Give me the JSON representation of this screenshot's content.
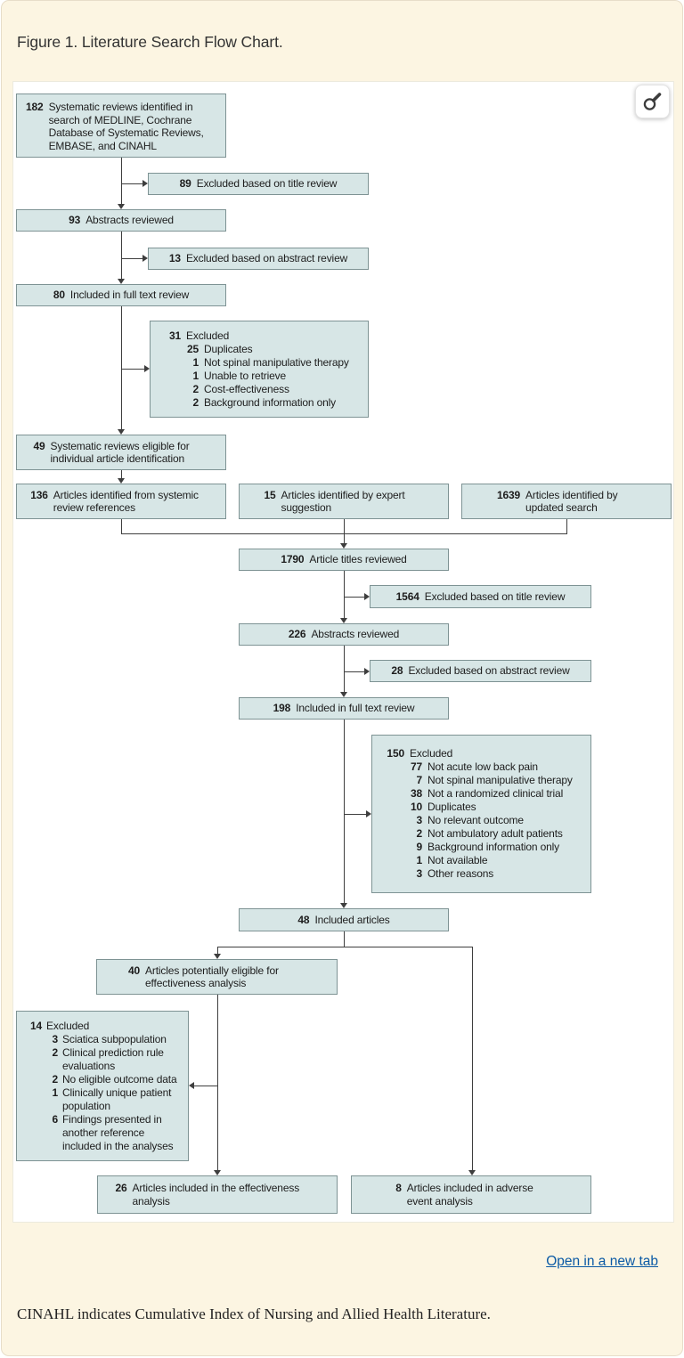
{
  "page": {
    "title": "Figure 1. Literature Search Flow Chart.",
    "open_link": "Open in a new tab",
    "caption": "CINAHL indicates Cumulative Index of Nursing and Allied Health Literature."
  },
  "colors": {
    "page_bg": "#fcf5e2",
    "panel_bg": "#ffffff",
    "box_fill": "#d7e6e6",
    "box_border": "#7e9394",
    "line": "#3e3e3e",
    "link": "#0b5aa5"
  },
  "icons": {
    "zoom": "magnifier-icon"
  },
  "boxes": {
    "b182": {
      "num": "182",
      "text": "Systematic reviews identified in search of MEDLINE, Cochrane Database of Systematic Reviews, EMBASE, and CINAHL"
    },
    "b89": {
      "num": "89",
      "text": "Excluded based on title review"
    },
    "b93": {
      "num": "93",
      "text": "Abstracts reviewed"
    },
    "b13": {
      "num": "13",
      "text": "Excluded based on abstract review"
    },
    "b80": {
      "num": "80",
      "text": "Included in full text review"
    },
    "b31": {
      "num": "31",
      "label": "Excluded",
      "subs": [
        {
          "num": "25",
          "text": "Duplicates"
        },
        {
          "num": "1",
          "text": "Not spinal manipulative therapy"
        },
        {
          "num": "1",
          "text": "Unable to retrieve"
        },
        {
          "num": "2",
          "text": "Cost-effectiveness"
        },
        {
          "num": "2",
          "text": "Background information only"
        }
      ]
    },
    "b49": {
      "num": "49",
      "text": "Systematic reviews eligible for individual article identification"
    },
    "b136": {
      "num": "136",
      "text": "Articles identified from systemic review references"
    },
    "b15": {
      "num": "15",
      "text": "Articles identified by expert suggestion"
    },
    "b1639": {
      "num": "1639",
      "text": "Articles identified by updated search"
    },
    "b1790": {
      "num": "1790",
      "text": "Article titles reviewed"
    },
    "b1564": {
      "num": "1564",
      "text": "Excluded based on title review"
    },
    "b226": {
      "num": "226",
      "text": "Abstracts reviewed"
    },
    "b28": {
      "num": "28",
      "text": "Excluded based on abstract review"
    },
    "b198": {
      "num": "198",
      "text": "Included in full text review"
    },
    "b150": {
      "num": "150",
      "label": "Excluded",
      "subs": [
        {
          "num": "77",
          "text": "Not acute low back pain"
        },
        {
          "num": "7",
          "text": "Not spinal manipulative therapy"
        },
        {
          "num": "38",
          "text": "Not a randomized clinical trial"
        },
        {
          "num": "10",
          "text": "Duplicates"
        },
        {
          "num": "3",
          "text": "No relevant outcome"
        },
        {
          "num": "2",
          "text": "Not ambulatory adult patients"
        },
        {
          "num": "9",
          "text": "Background information only"
        },
        {
          "num": "1",
          "text": "Not available"
        },
        {
          "num": "3",
          "text": "Other reasons"
        }
      ]
    },
    "b48": {
      "num": "48",
      "text": "Included articles"
    },
    "b40": {
      "num": "40",
      "text": "Articles potentially eligible for effectiveness analysis"
    },
    "b14": {
      "num": "14",
      "label": "Excluded",
      "subs": [
        {
          "num": "3",
          "text": "Sciatica subpopulation"
        },
        {
          "num": "2",
          "text": "Clinical prediction rule evaluations"
        },
        {
          "num": "2",
          "text": "No eligible outcome data"
        },
        {
          "num": "1",
          "text": "Clinically unique patient population"
        },
        {
          "num": "6",
          "text": "Findings presented in another reference included in the analyses"
        }
      ]
    },
    "b26": {
      "num": "26",
      "text": "Articles included in the effectiveness analysis"
    },
    "b8": {
      "num": "8",
      "text": "Articles included in adverse event analysis"
    }
  }
}
